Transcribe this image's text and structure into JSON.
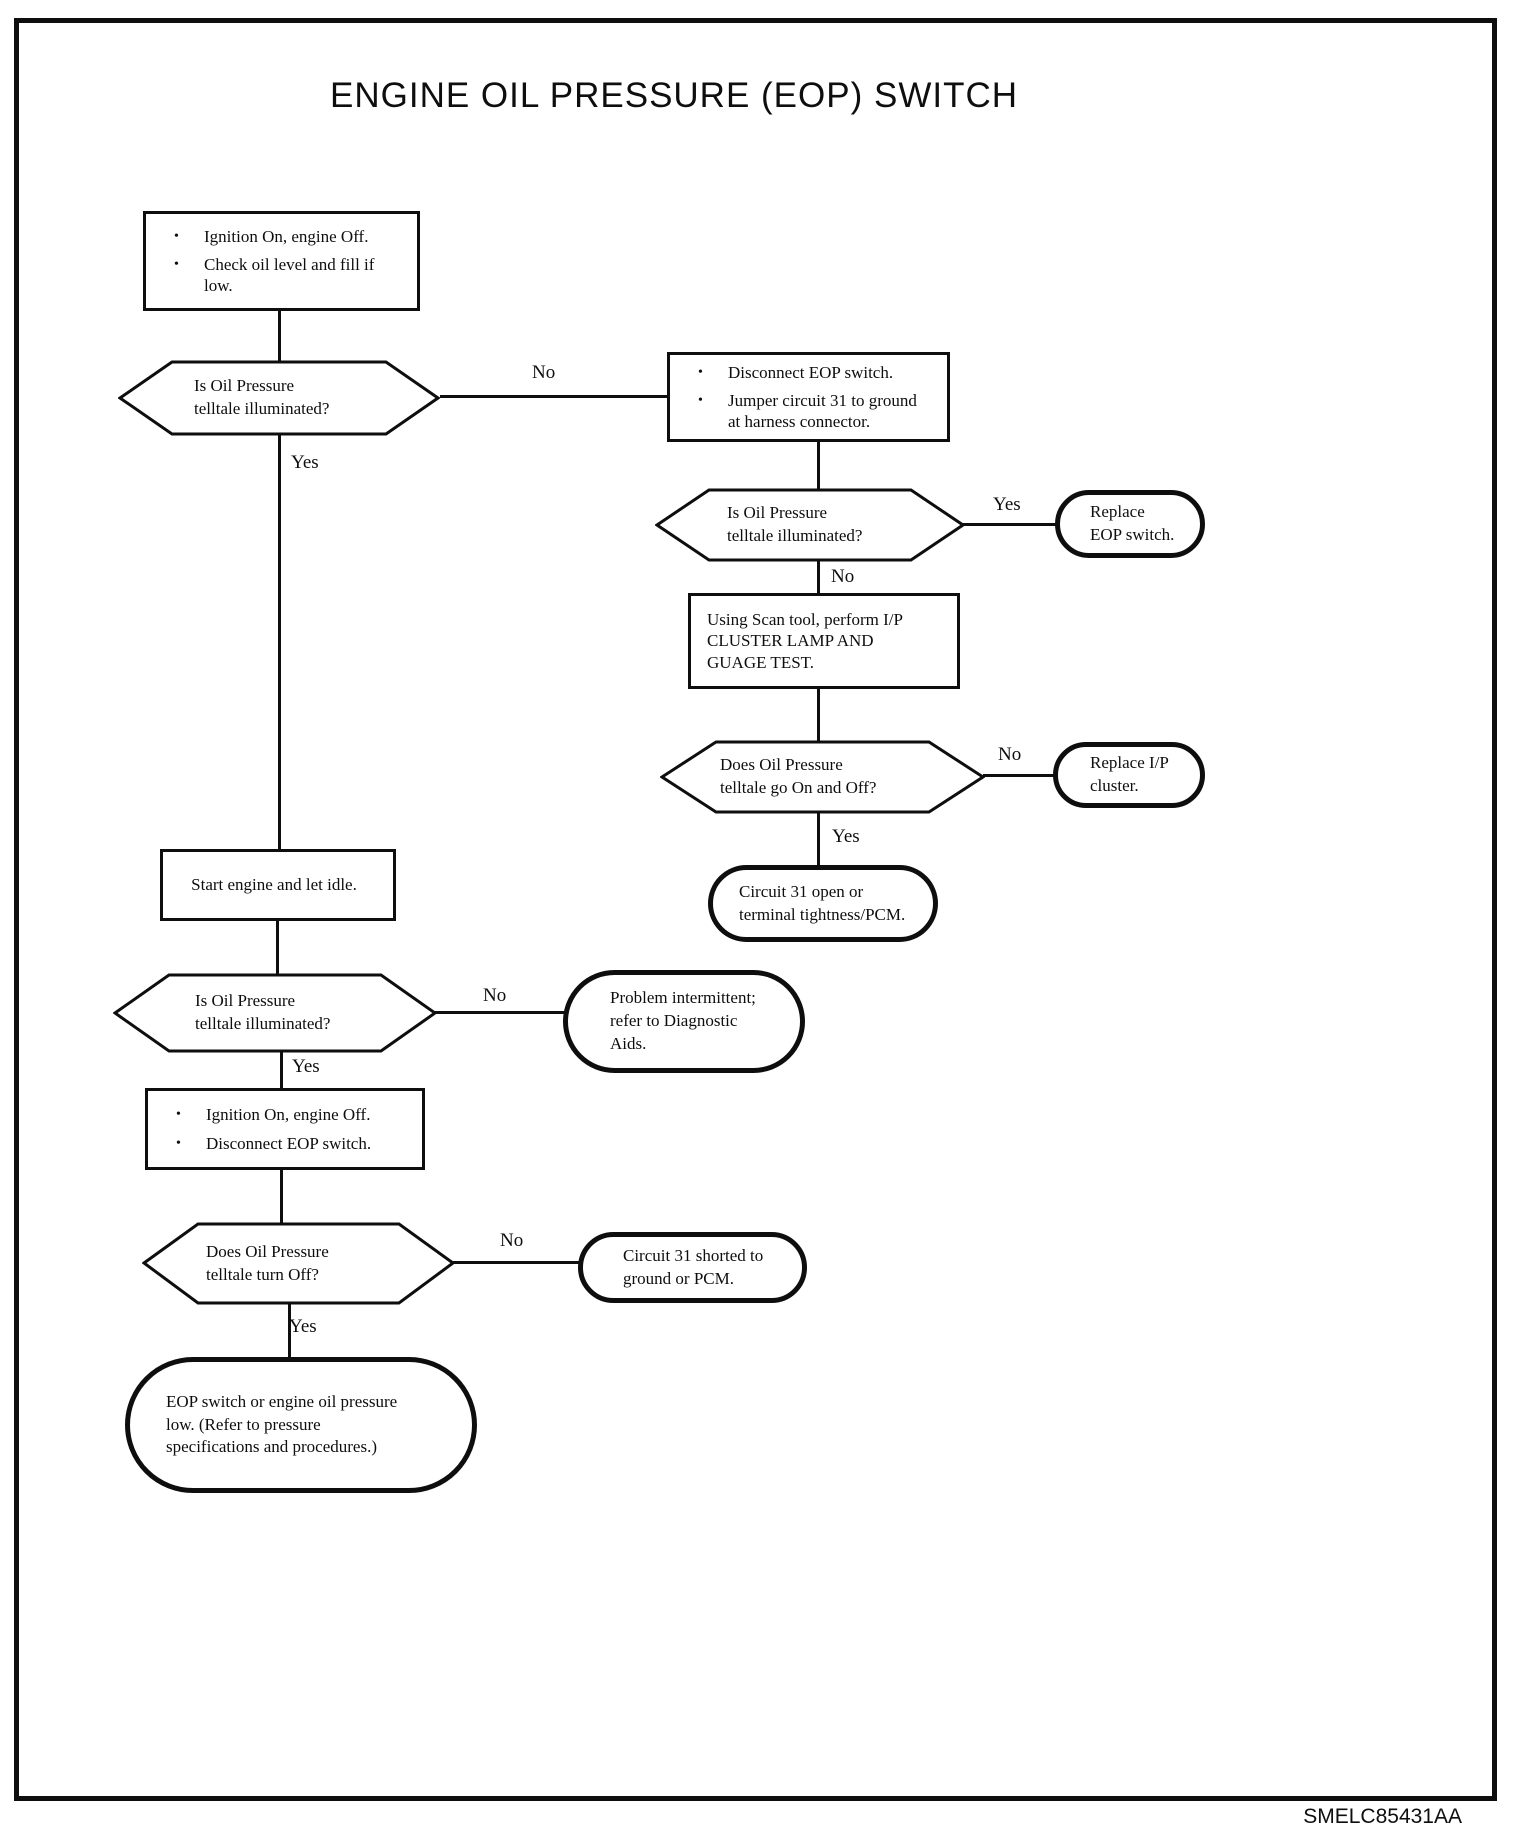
{
  "page": {
    "title": "ENGINE OIL PRESSURE (EOP) SWITCH",
    "figure_code": "SMELC85431AA"
  },
  "glyphs": {
    "bullet": "•"
  },
  "labels": {
    "yes": "Yes",
    "no": "No"
  },
  "nodes": {
    "prep": {
      "type": "process",
      "bullets": [
        "Ignition On, engine Off.",
        "Check oil level and fill if\nlow."
      ]
    },
    "q_telltale_1": {
      "type": "decision",
      "text": "Is Oil Pressure\ntelltale illuminated?"
    },
    "disconnect_jumper": {
      "type": "process",
      "bullets": [
        "Disconnect EOP switch.",
        "Jumper circuit 31 to ground\nat harness connector."
      ]
    },
    "q_telltale_2": {
      "type": "decision",
      "text": "Is Oil Pressure\ntelltale illuminated?"
    },
    "replace_eop": {
      "type": "terminal",
      "text": "Replace\nEOP switch."
    },
    "scan_tool": {
      "type": "process",
      "text": "Using Scan tool, perform I/P\nCLUSTER LAMP AND\nGUAGE TEST."
    },
    "q_on_off": {
      "type": "decision",
      "text": "Does Oil Pressure\ntelltale go On and Off?"
    },
    "replace_cluster": {
      "type": "terminal",
      "text": "Replace I/P\ncluster."
    },
    "circuit_open": {
      "type": "terminal",
      "text": "Circuit 31 open or\nterminal tightness/PCM."
    },
    "start_engine": {
      "type": "process",
      "text": "Start engine and let idle."
    },
    "q_telltale_3": {
      "type": "decision",
      "text": "Is Oil Pressure\ntelltale illuminated?"
    },
    "intermittent": {
      "type": "terminal",
      "text": "Problem intermittent;\nrefer to Diagnostic\nAids."
    },
    "ignition_disconnect": {
      "type": "process",
      "bullets": [
        "Ignition On, engine Off.",
        "Disconnect EOP switch."
      ]
    },
    "q_turn_off": {
      "type": "decision",
      "text": "Does Oil Pressure\ntelltale turn Off?"
    },
    "circuit_shorted": {
      "type": "terminal",
      "text": "Circuit 31 shorted to\nground or PCM."
    },
    "eop_low": {
      "type": "terminal",
      "text": "EOP switch or engine oil pressure\nlow. (Refer to pressure\nspecifications and procedures.)"
    }
  }
}
